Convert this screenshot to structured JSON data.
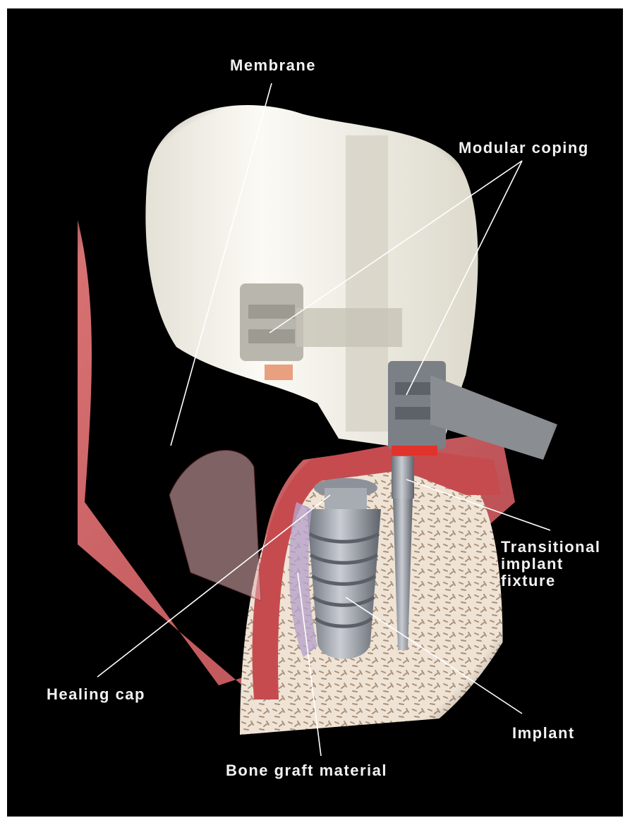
{
  "labels": {
    "membrane": "Membrane",
    "modular_coping": "Modular coping",
    "transitional_line1": "Transitional",
    "transitional_line2": "implant",
    "transitional_line3": "fixture",
    "healing_cap": "Healing cap",
    "implant": "Implant",
    "bone_graft": "Bone graft material"
  },
  "colors": {
    "background": "#000000",
    "gum": "#c9575b",
    "tooth": "#f1efe7",
    "bone": "#efe3d5",
    "implant_metal": "#8e939c",
    "leader_line": "#ffffff"
  }
}
